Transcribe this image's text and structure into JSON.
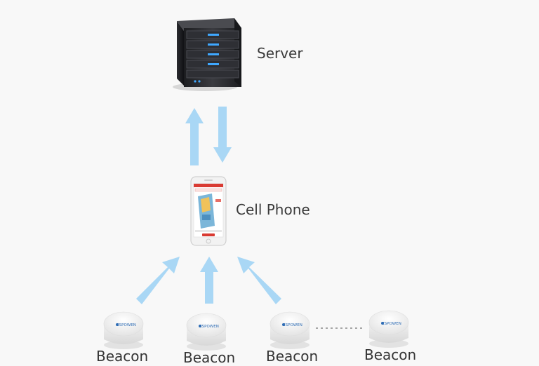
{
  "diagram": {
    "server": {
      "label": "Server"
    },
    "phone": {
      "label": "Cell Phone"
    },
    "beacons": [
      {
        "label": "Beacon",
        "logo": "ESPOWEN"
      },
      {
        "label": "Beacon",
        "logo": "ESPOWEN"
      },
      {
        "label": "Beacon",
        "logo": "ESPOWEN"
      },
      {
        "label": "Beacon",
        "logo": "ESPOWEN"
      }
    ],
    "colors": {
      "arrow": "#a9d7f5",
      "background": "#f8f8f8",
      "server_body": "#2a2b2f",
      "server_led": "#3fa8ff",
      "phone_body": "#f2f2f2",
      "phone_accent": "#d93a32",
      "beacon_body": "#f4f4f4",
      "logo": "#2f6db5"
    }
  }
}
